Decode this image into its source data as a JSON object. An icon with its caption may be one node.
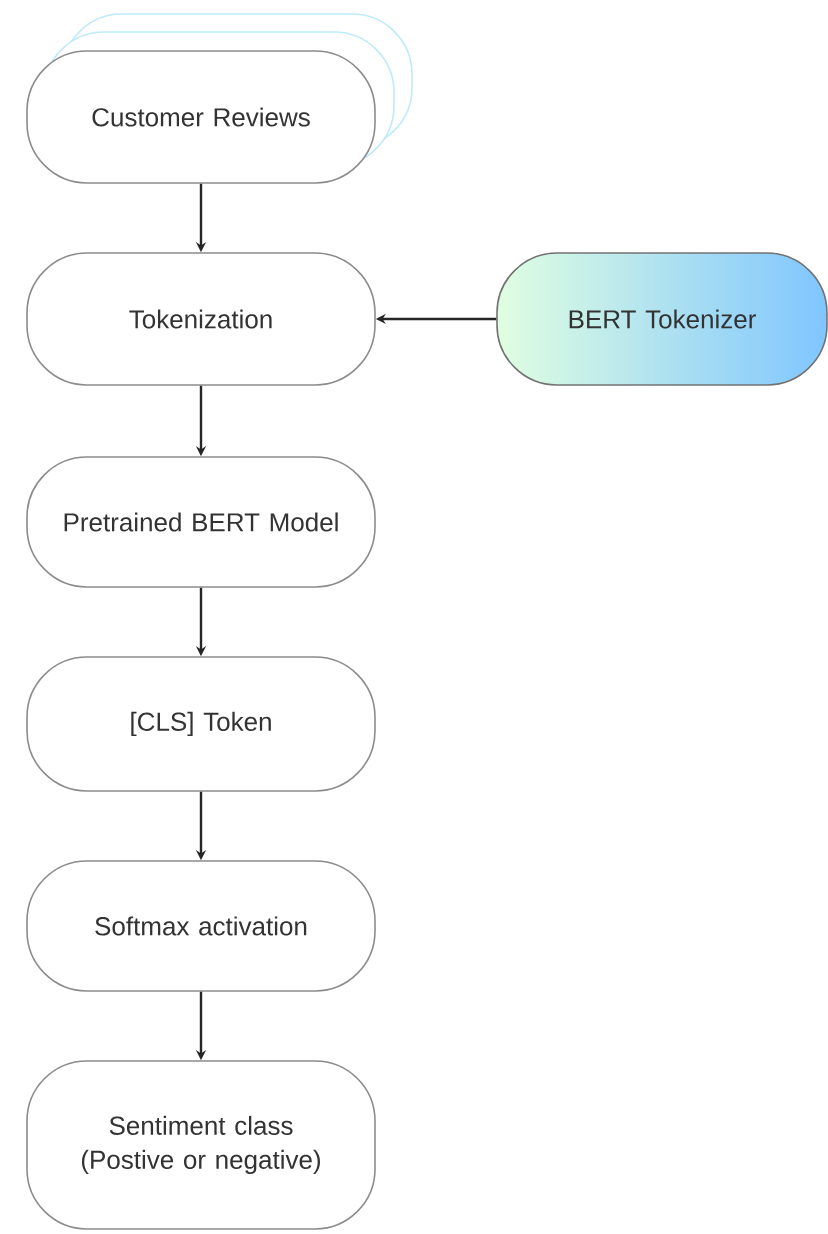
{
  "diagram": {
    "nodes": [
      {
        "text": [
          "Customer Reviews"
        ]
      },
      {
        "text": [
          "Tokenization"
        ]
      },
      {
        "text": [
          "BERT Tokenizer"
        ]
      },
      {
        "text": [
          "Pretrained BERT Model"
        ]
      },
      {
        "text": [
          "[CLS] Token"
        ]
      },
      {
        "text": [
          "Softmax activation"
        ]
      },
      {
        "text": [
          "Sentiment class (Postive or negative)"
        ]
      }
    ],
    "edges": [
      {
        "from": 0,
        "to": 1,
        "arrow": "to"
      },
      {
        "from": 2,
        "to": 1,
        "arrow": "to"
      },
      {
        "from": 1,
        "to": 3,
        "arrow": "to"
      },
      {
        "from": 3,
        "to": 4,
        "arrow": "to"
      },
      {
        "from": 4,
        "to": 5,
        "arrow": "to"
      },
      {
        "from": 5,
        "to": 6,
        "arrow": "to"
      }
    ]
  }
}
